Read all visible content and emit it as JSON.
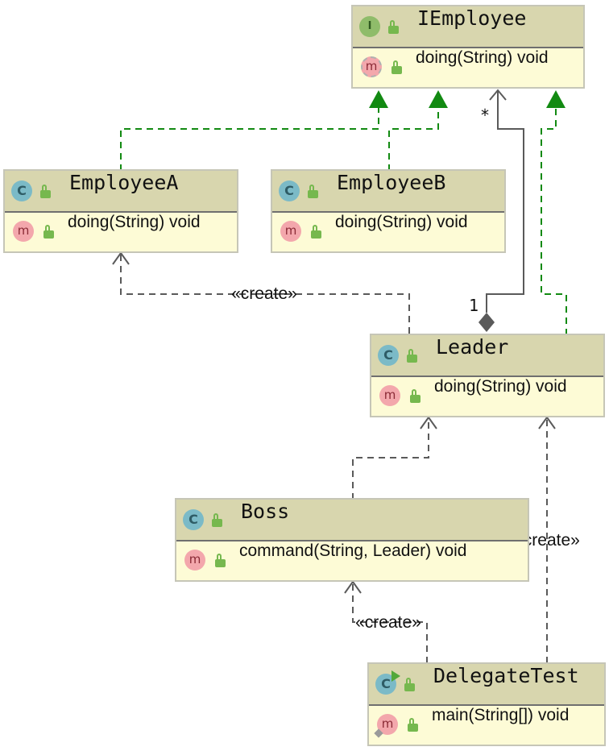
{
  "classes": {
    "iemployee": {
      "name": "IEmployee",
      "kind_icon": "I",
      "method": "doing(String) void"
    },
    "employee_a": {
      "name": "EmployeeA",
      "kind_icon": "C",
      "method": "doing(String) void"
    },
    "employee_b": {
      "name": "EmployeeB",
      "kind_icon": "C",
      "method": "doing(String) void"
    },
    "leader": {
      "name": "Leader",
      "kind_icon": "C",
      "method": "doing(String) void"
    },
    "boss": {
      "name": "Boss",
      "kind_icon": "C",
      "method": "command(String, Leader) void"
    },
    "delegate_test": {
      "name": "DelegateTest",
      "kind_icon": "C",
      "method": "main(String[]) void"
    }
  },
  "method_icon": "m",
  "relations": {
    "create_label": "«create»",
    "mult_many": "*",
    "mult_one": "1"
  },
  "colors": {
    "header_bg": "#d8d6ae",
    "body_bg": "#fdfbd6",
    "realization": "#128a12",
    "dependency": "#5a5a5a"
  }
}
